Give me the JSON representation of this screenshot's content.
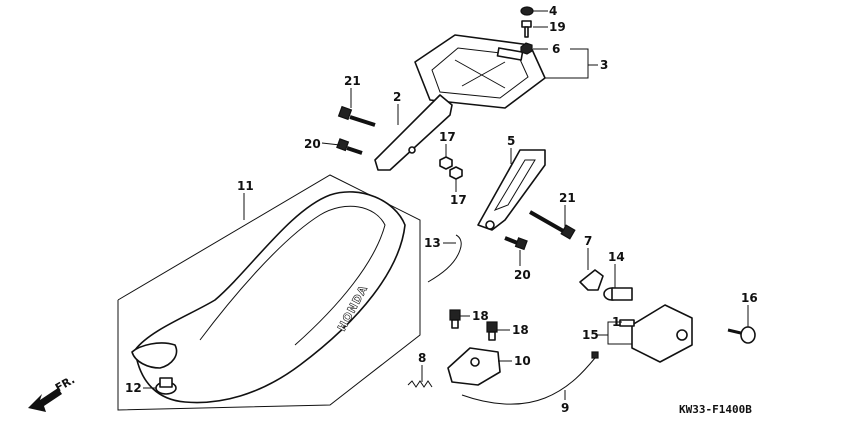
{
  "diagram": {
    "callouts": {
      "c1": "1",
      "c2": "2",
      "c3": "3",
      "c4": "4",
      "c5": "5",
      "c6": "6",
      "c7": "7",
      "c8": "8",
      "c9": "9",
      "c10": "10",
      "c11": "11",
      "c12": "12",
      "c13": "13",
      "c14": "14",
      "c15": "15",
      "c16": "16",
      "c17a": "17",
      "c17b": "17",
      "c18a": "18",
      "c18b": "18",
      "c19": "19",
      "c20a": "20",
      "c20b": "20",
      "c21a": "21",
      "c21b": "21"
    },
    "seat_brand": "HONDA",
    "direction_label": "FR.",
    "figure_code": "KW33-F1400B"
  }
}
